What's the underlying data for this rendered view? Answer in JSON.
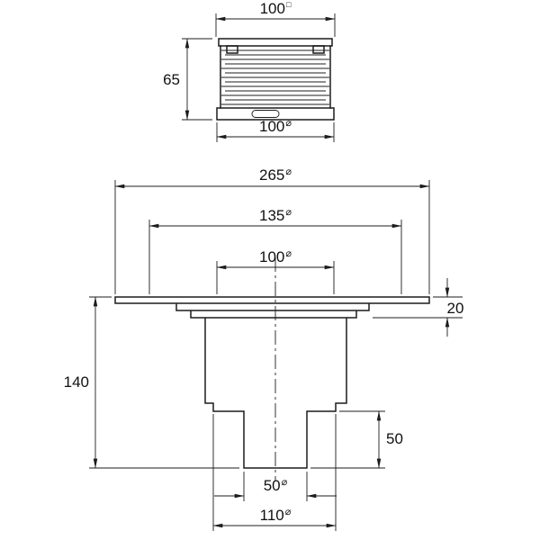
{
  "page": {
    "background_color": "#ffffff",
    "line_color": "#1c1c1c"
  },
  "drawing": {
    "kind": "technical-dimension-drawing-floor-drain",
    "upper_part": {
      "top_width": {
        "value": "100",
        "symbol": "□"
      },
      "height": {
        "value": "65",
        "symbol": ""
      },
      "bottom_diameter": {
        "value": "100",
        "symbol": "⌀"
      }
    },
    "drain_body": {
      "flange_diameter": {
        "value": "265",
        "symbol": "⌀"
      },
      "collar_diameter": {
        "value": "135",
        "symbol": "⌀"
      },
      "opening_diameter": {
        "value": "100",
        "symbol": "⌀"
      },
      "flange_height": {
        "value": "20",
        "symbol": ""
      },
      "total_height": {
        "value": "140",
        "symbol": ""
      },
      "outlet_length": {
        "value": "50",
        "symbol": ""
      },
      "outlet_diameter": {
        "value": "50",
        "symbol": "⌀"
      },
      "lower_body_diameter": {
        "value": "110",
        "symbol": "⌀"
      }
    }
  }
}
